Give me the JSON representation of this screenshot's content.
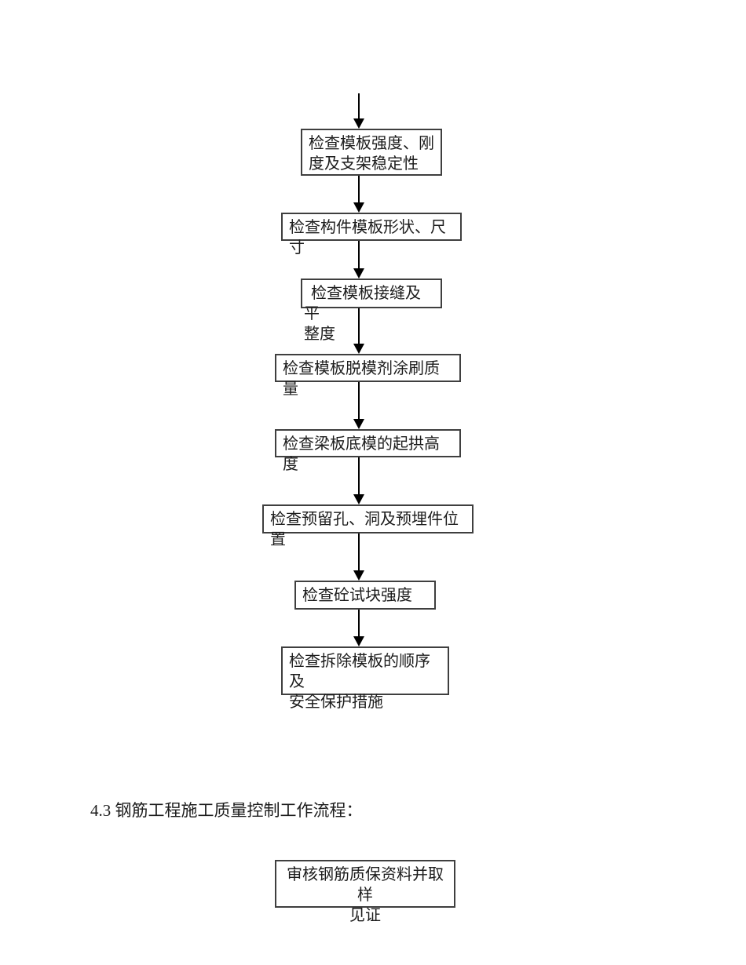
{
  "document": {
    "heading": "4.3 钢筋工程施工质量控制工作流程：",
    "flowchart_formwork": {
      "steps": [
        "检查模板强度、刚\n度及支架稳定性",
        "检查构件模板形状、尺寸",
        "检查模板接缝及平\n整度",
        "检查模板脱模剂涂刷质量",
        "检查梁板底模的起拱高度",
        "检查预留孔、洞及预埋件位置",
        "检查砼试块强度",
        "检查拆除模板的顺序及\n安全保护措施"
      ]
    },
    "flowchart_rebar": {
      "steps": [
        "审核钢筋质保资料并取样\n见证"
      ]
    },
    "colors": {
      "background": "#ffffff",
      "box_border": "#3f3f3f",
      "text": "#1c1c1c",
      "arrow": "#000000"
    }
  }
}
